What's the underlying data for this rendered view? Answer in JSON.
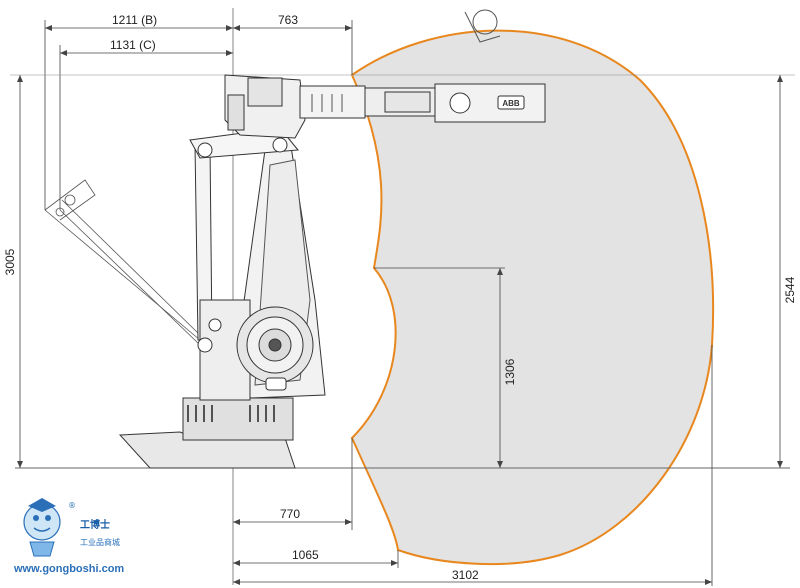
{
  "dimensions": {
    "top_b": "1211 (B)",
    "top_c": "1131 (C)",
    "top_right": "763",
    "left_height": "3005",
    "right_height": "2544",
    "inner_height": "1306",
    "bottom_770": "770",
    "bottom_1065": "1065",
    "bottom_3102": "3102"
  },
  "logo": {
    "reg": "®",
    "brand": "工博士",
    "sub": "工业品商城",
    "url": "www.gongboshi.com"
  },
  "badge": {
    "text": "ABB"
  },
  "colors": {
    "envelope_stroke": "#e8871e",
    "envelope_fill": "#e3e3e3",
    "line": "#444444",
    "logo_blue": "#2a6fb8"
  }
}
